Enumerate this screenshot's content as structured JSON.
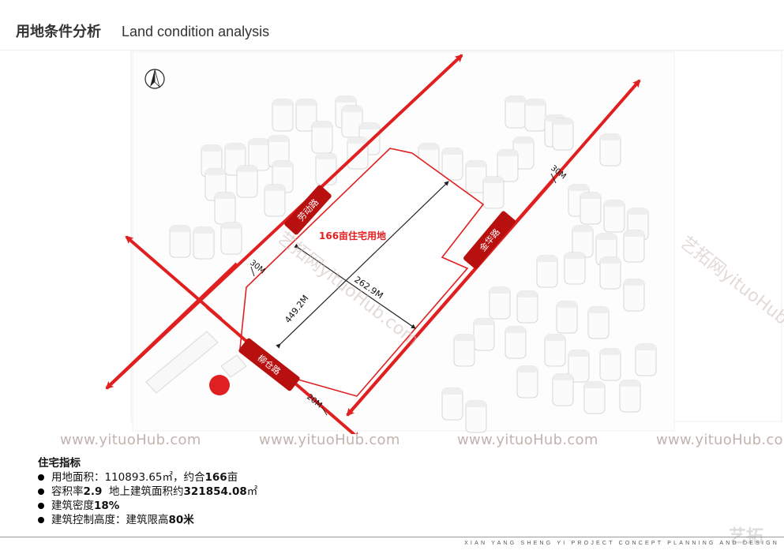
{
  "header": {
    "title_cn": "用地条件分析",
    "title_en": "Land condition  analysis"
  },
  "map": {
    "site_label": "166亩住宅用地",
    "dim_long": "262.9M",
    "dim_short": "449.2M",
    "road_width_top_right": "30M",
    "road_width_left": "30M",
    "road_width_bottom": "20M",
    "road_north": "劳动路",
    "road_east": "金华路",
    "road_south": "柳仓路",
    "watermark_diag": "艺拓网yituoHub.com",
    "watermark_diag_right": "艺拓网yituoHub.c"
  },
  "watermarks": [
    "www.yituoHub.com",
    "www.yituoHub.com",
    "www.yituoHub.com",
    "www.yituoHub.com"
  ],
  "indicators": {
    "title": "住宅指标",
    "item1_pre": "用地面积：110893.65㎡，约合",
    "item1_bold": "166",
    "item1_post": "亩",
    "item2_pre": "容积率",
    "item2_bold": "2.9",
    "item2_mid": "  地上建筑面积约",
    "item2_bold2": "321854.08",
    "item2_post": "㎡",
    "item3_pre": "建筑密度",
    "item3_bold": "18%",
    "item4_pre": "建筑控制高度：建筑限高",
    "item4_bold": "80米"
  },
  "footer": {
    "text": "XIAN YANG SHENG YI PROJECT CONCEPT PLANNING AND DESIGN",
    "logo": "艺拓"
  },
  "colors": {
    "accent": "#e02020",
    "dark_red": "#b80f0f"
  }
}
